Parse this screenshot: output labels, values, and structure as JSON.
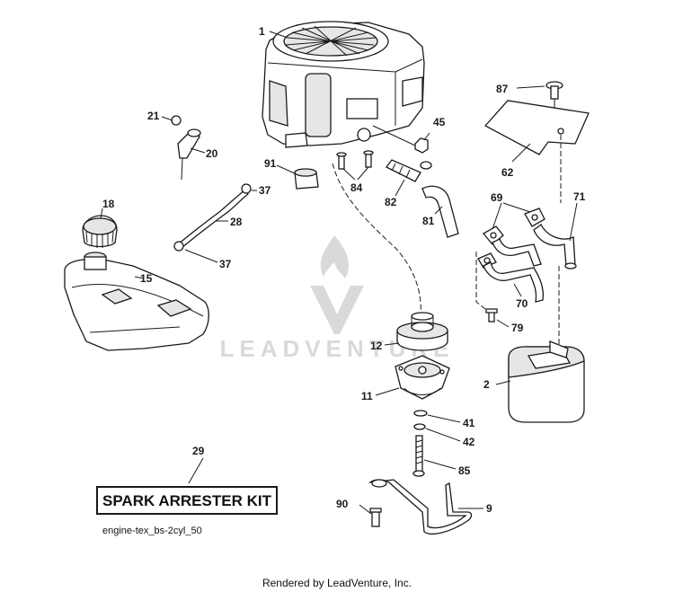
{
  "watermark": {
    "text": "LEADVENTURE"
  },
  "kit_box": {
    "label": "SPARK ARRESTER KIT",
    "callout": "29"
  },
  "diagram_id": "engine-tex_bs-2cyl_50",
  "footer": {
    "rendered_by": "Rendered by LeadVenture, Inc."
  },
  "callouts": {
    "c1": "1",
    "c2": "2",
    "c9": "9",
    "c11": "11",
    "c12": "12",
    "c15": "15",
    "c18": "18",
    "c20": "20",
    "c21": "21",
    "c28": "28",
    "c37a": "37",
    "c37b": "37",
    "c41": "41",
    "c42": "42",
    "c45": "45",
    "c62": "62",
    "c69": "69",
    "c70": "70",
    "c71": "71",
    "c79": "79",
    "c81": "81",
    "c82": "82",
    "c84": "84",
    "c85": "85",
    "c87": "87",
    "c90": "90",
    "c91": "91"
  },
  "colors": {
    "ink": "#1a1a1a",
    "watermark": "#d9d9d9",
    "fill": "#e6e6e6"
  }
}
